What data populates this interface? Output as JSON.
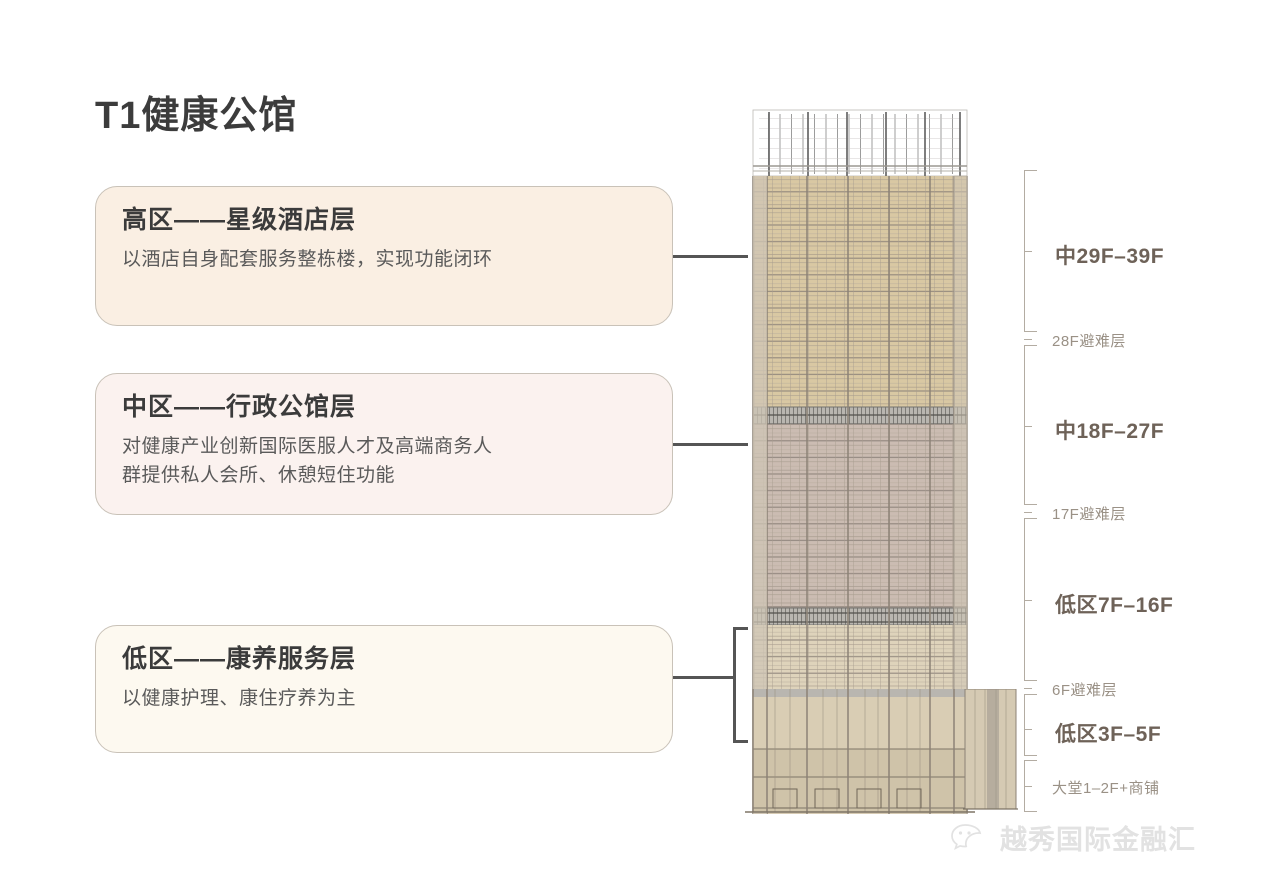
{
  "page": {
    "title": "T1健康公馆",
    "background": "#ffffff"
  },
  "cards": [
    {
      "id": "high-zone",
      "title": "高区——星级酒店层",
      "desc_lines": [
        "以酒店自身配套服务整栋楼，实现功能闭环"
      ],
      "bg": "#faefe3",
      "border": "#c9c2b8"
    },
    {
      "id": "mid-zone",
      "title": "中区——行政公馆层",
      "desc_lines": [
        "对健康产业创新国际医服人才及高端商务人",
        "群提供私人会所、休憩短住功能"
      ],
      "bg": "#fbf2ef",
      "border": "#c9c2b8"
    },
    {
      "id": "low-zone",
      "title": "低区——康养服务层",
      "desc_lines": [
        "以健康护理、康住疗养为主"
      ],
      "bg": "#fdf9f0",
      "border": "#c9c2b8"
    }
  ],
  "scale": {
    "zones": [
      {
        "label": "中29F–39F",
        "kind": "major"
      },
      {
        "label": "28F避难层",
        "kind": "minor"
      },
      {
        "label": "中18F–27F",
        "kind": "major"
      },
      {
        "label": "17F避难层",
        "kind": "minor"
      },
      {
        "label": "低区7F–16F",
        "kind": "major"
      },
      {
        "label": "6F避难层",
        "kind": "minor"
      },
      {
        "label": "低区3F–5F",
        "kind": "major"
      },
      {
        "label": "大堂1–2F+商铺",
        "kind": "minor"
      }
    ],
    "tick_color": "#b3aca2",
    "major_color": "#6e6258",
    "minor_color": "#9a9186"
  },
  "building": {
    "name": "tower-elevation",
    "bands": [
      {
        "name": "crown",
        "fill": "#ffffff",
        "label": "roof-screen"
      },
      {
        "name": "high-zone",
        "fill": "#d8c6a0",
        "label": "中29F–39F"
      },
      {
        "name": "refuge-28f",
        "fill": "#bfbdb8",
        "label": "28F避难层"
      },
      {
        "name": "mid-zone",
        "fill": "#cbbdb4",
        "label": "中18F–27F"
      },
      {
        "name": "refuge-17f",
        "fill": "#bfbdb8",
        "label": "17F避难层"
      },
      {
        "name": "low-zone-high",
        "fill": "#ded3bc",
        "label": "低区7F–16F"
      },
      {
        "name": "refuge-6f",
        "fill": "#bfbdb8",
        "label": "6F避难层"
      },
      {
        "name": "low-zone-low",
        "fill": "#d9cdb4",
        "label": "低区3F–5F"
      },
      {
        "name": "podium",
        "fill": "#d3c7ae",
        "label": "大堂1–2F+商铺"
      }
    ]
  },
  "watermark": {
    "text": "越秀国际金融汇",
    "icon": "wechat-icon",
    "color": "#e2e2e2"
  }
}
